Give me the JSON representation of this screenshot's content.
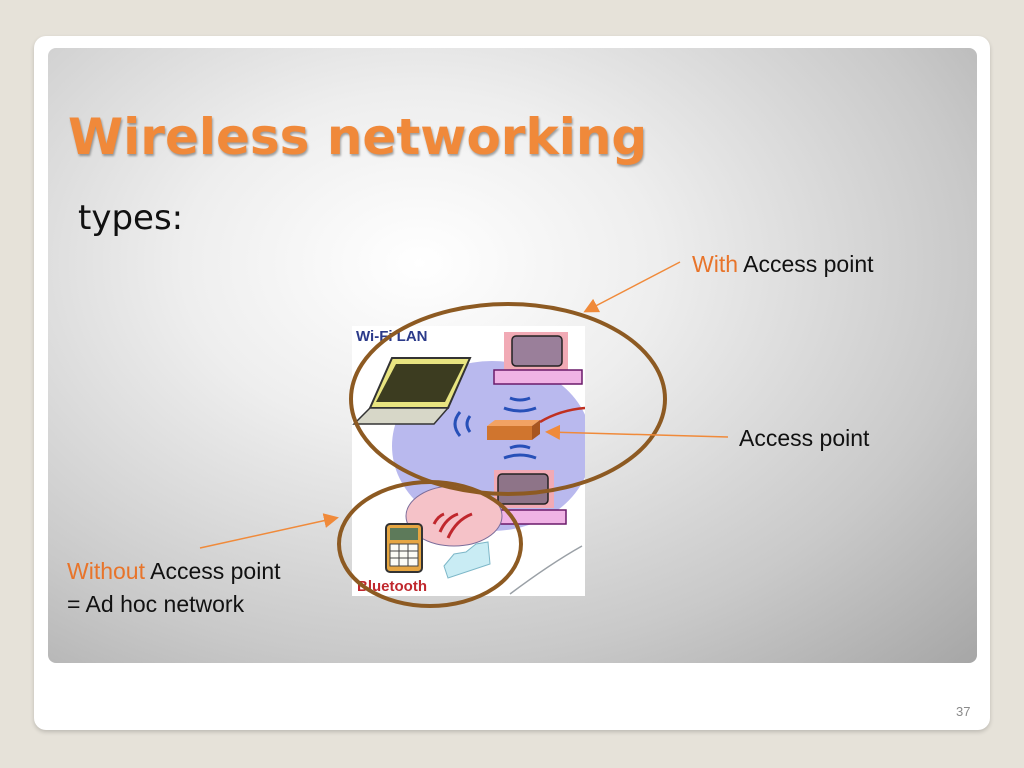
{
  "slide": {
    "title": "Wireless networking",
    "subtitle": "types:",
    "page_number": "37",
    "accent_color": "#e8742a"
  },
  "labels": {
    "with_prefix": "With",
    "with_suffix": " Access point",
    "access_point": "Access point",
    "without_prefix": "Without",
    "without_suffix": " Access point",
    "adhoc": "= Ad hoc network"
  },
  "diagram": {
    "wifi_label": "Wi-Fi LAN",
    "bluetooth_label": "Bluetooth"
  }
}
